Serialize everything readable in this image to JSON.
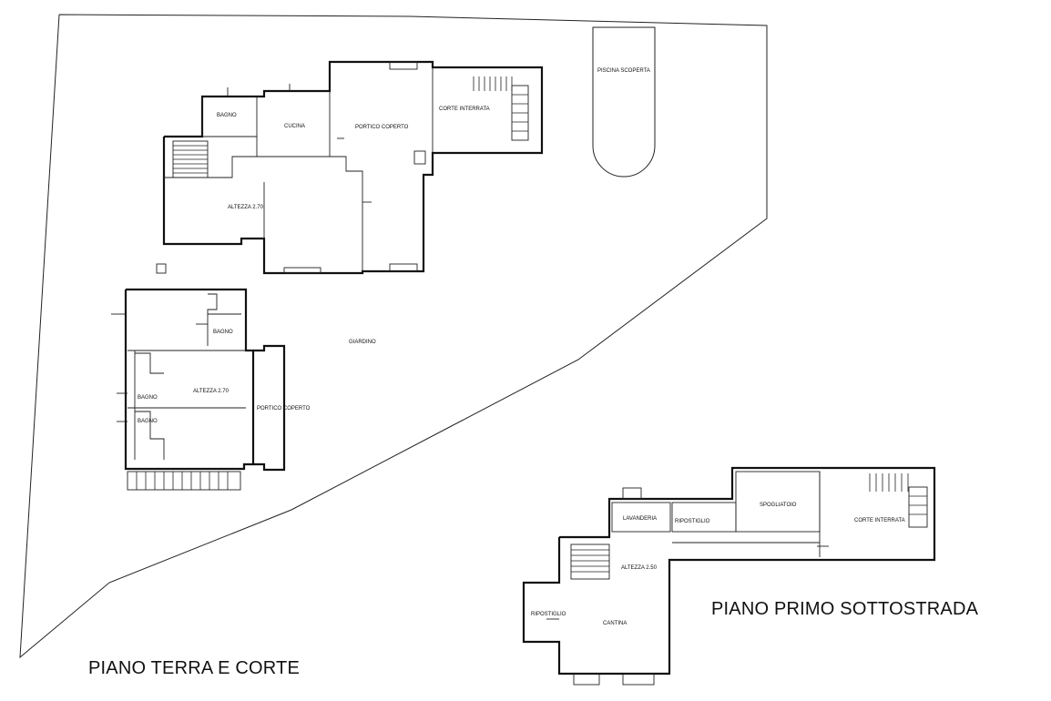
{
  "titles": {
    "ground_floor": "PIANO TERRA E CORTE",
    "basement": "PIANO PRIMO SOTTOSTRADA"
  },
  "main_house": {
    "bagno": "BAGNO",
    "cucina": "CUCINA",
    "portico_coperto": "PORTICO COPERTO",
    "corte_interrata": "CORTE INTERRATA",
    "altezza": "ALTEZZA 2.70"
  },
  "pool": {
    "label": "PISCINA SCOPERTA"
  },
  "garden": {
    "label": "GIARDINO"
  },
  "annex": {
    "bagno_top": "BAGNO",
    "bagno_mid": "BAGNO",
    "bagno_bottom": "BAGNO",
    "altezza": "ALTEZZA 2.70",
    "portico_coperto": "PORTICO COPERTO"
  },
  "basement": {
    "lavanderia": "LAVANDERIA",
    "ripostiglio_top": "RIPOSTIGLIO",
    "spogliatoio": "SPOGLIATOIO",
    "corte_interrata": "CORTE INTERRATA",
    "altezza": "ALTEZZA 2.50",
    "ripostiglio_left": "RIPOSTIGLIO",
    "cantina": "CANTINA"
  }
}
